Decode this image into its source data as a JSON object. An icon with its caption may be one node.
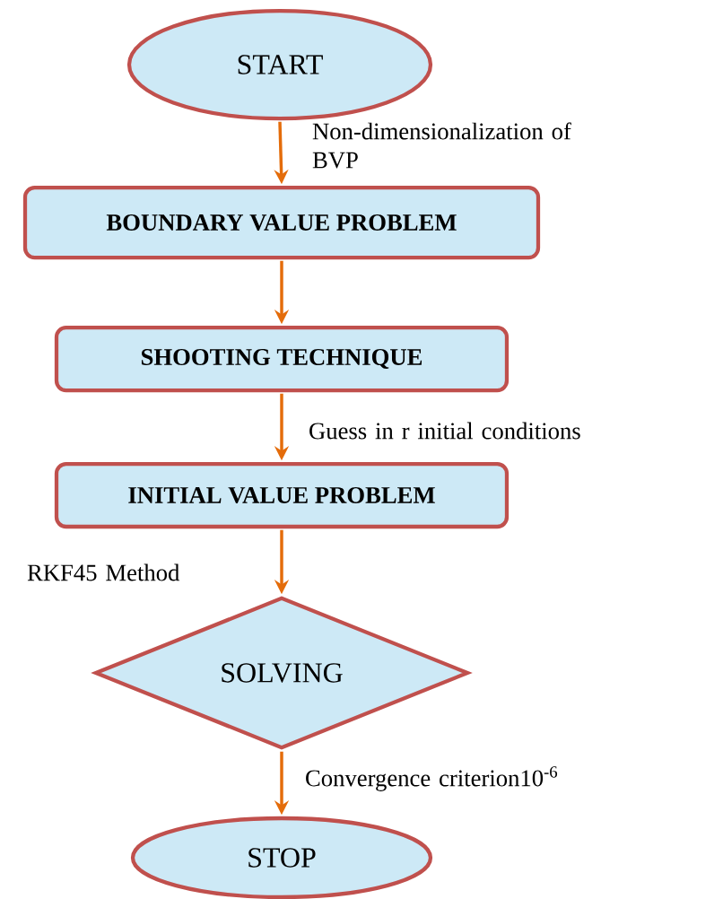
{
  "diagram": {
    "nodes": [
      {
        "text": [
          "START"
        ]
      },
      {
        "text": [
          "BOUNDARY VALUE PROBLEM"
        ]
      },
      {
        "text": [
          "SHOOTING TECHNIQUE"
        ]
      },
      {
        "text": [
          "INITIAL VALUE PROBLEM"
        ]
      },
      {
        "text": [
          "SOLVING"
        ]
      },
      {
        "text": [
          "STOP"
        ]
      }
    ],
    "edges": [
      {
        "from": 0,
        "to": 1,
        "arrow": "to",
        "label": "Non-dimensionalization of BVP"
      },
      {
        "from": 1,
        "to": 2,
        "arrow": "to"
      },
      {
        "from": 2,
        "to": 3,
        "arrow": "to",
        "label": "Guess in r initial conditions"
      },
      {
        "from": 3,
        "to": 4,
        "arrow": "to",
        "label": "RKF45 Method"
      },
      {
        "from": 4,
        "to": 5,
        "arrow": "to",
        "label": "Convergence criterion10$^{-6}$"
      }
    ]
  }
}
